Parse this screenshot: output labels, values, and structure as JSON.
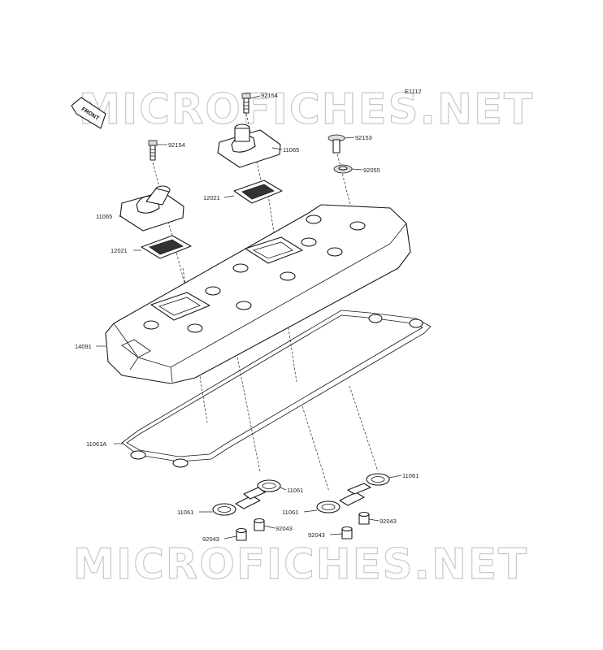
{
  "watermark": {
    "top": "MICROFICHES.NET",
    "bottom": "MICROFICHES.NET"
  },
  "diagram_code": "E1112",
  "front_badge": "FRONT",
  "labels": {
    "bolt_top_center": "92154",
    "bolt_left": "92154",
    "bolt_right": "92153",
    "washer_right": "92055",
    "breather_center": "11065",
    "breather_left": "11065",
    "plate_center": "12021",
    "plate_left": "12021",
    "cover": "14091",
    "gasket": "11061A",
    "seal_1": "11061",
    "seal_2": "11061",
    "seal_3": "11061",
    "seal_4": "11061",
    "collar_1": "92043",
    "collar_2": "92043",
    "collar_3": "92043",
    "collar_4": "92043"
  }
}
